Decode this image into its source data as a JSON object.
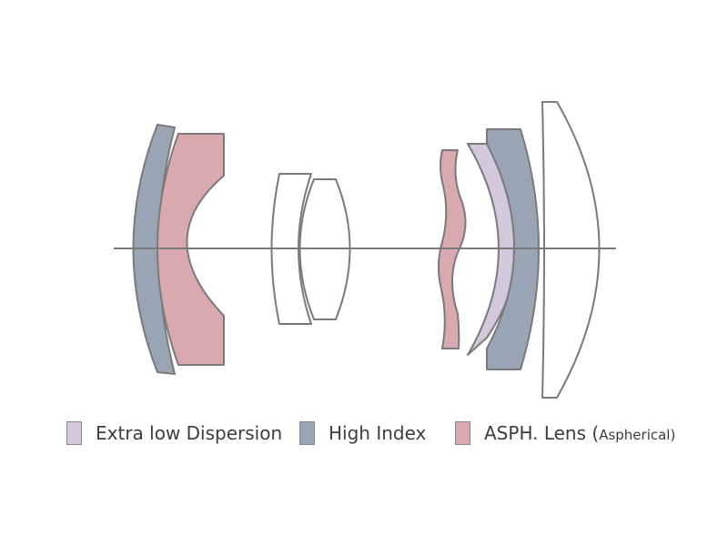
{
  "diagram": {
    "colors": {
      "extra_low_dispersion": "#d4c8dc",
      "high_index": "#99a5b4",
      "asph": "#d9a9b0",
      "standard": "#ffffff",
      "outline": "#7a7a7a",
      "axis": "#7a7a7a"
    }
  },
  "legend": {
    "items": [
      {
        "label": "Extra low Dispersion",
        "suffix": "",
        "color": "#d4c8dc"
      },
      {
        "label": "High Index",
        "suffix": "",
        "color": "#99a5b4"
      },
      {
        "label": "ASPH. Lens (",
        "suffix": "Aspherical)",
        "color": "#d9a9b0"
      }
    ]
  }
}
